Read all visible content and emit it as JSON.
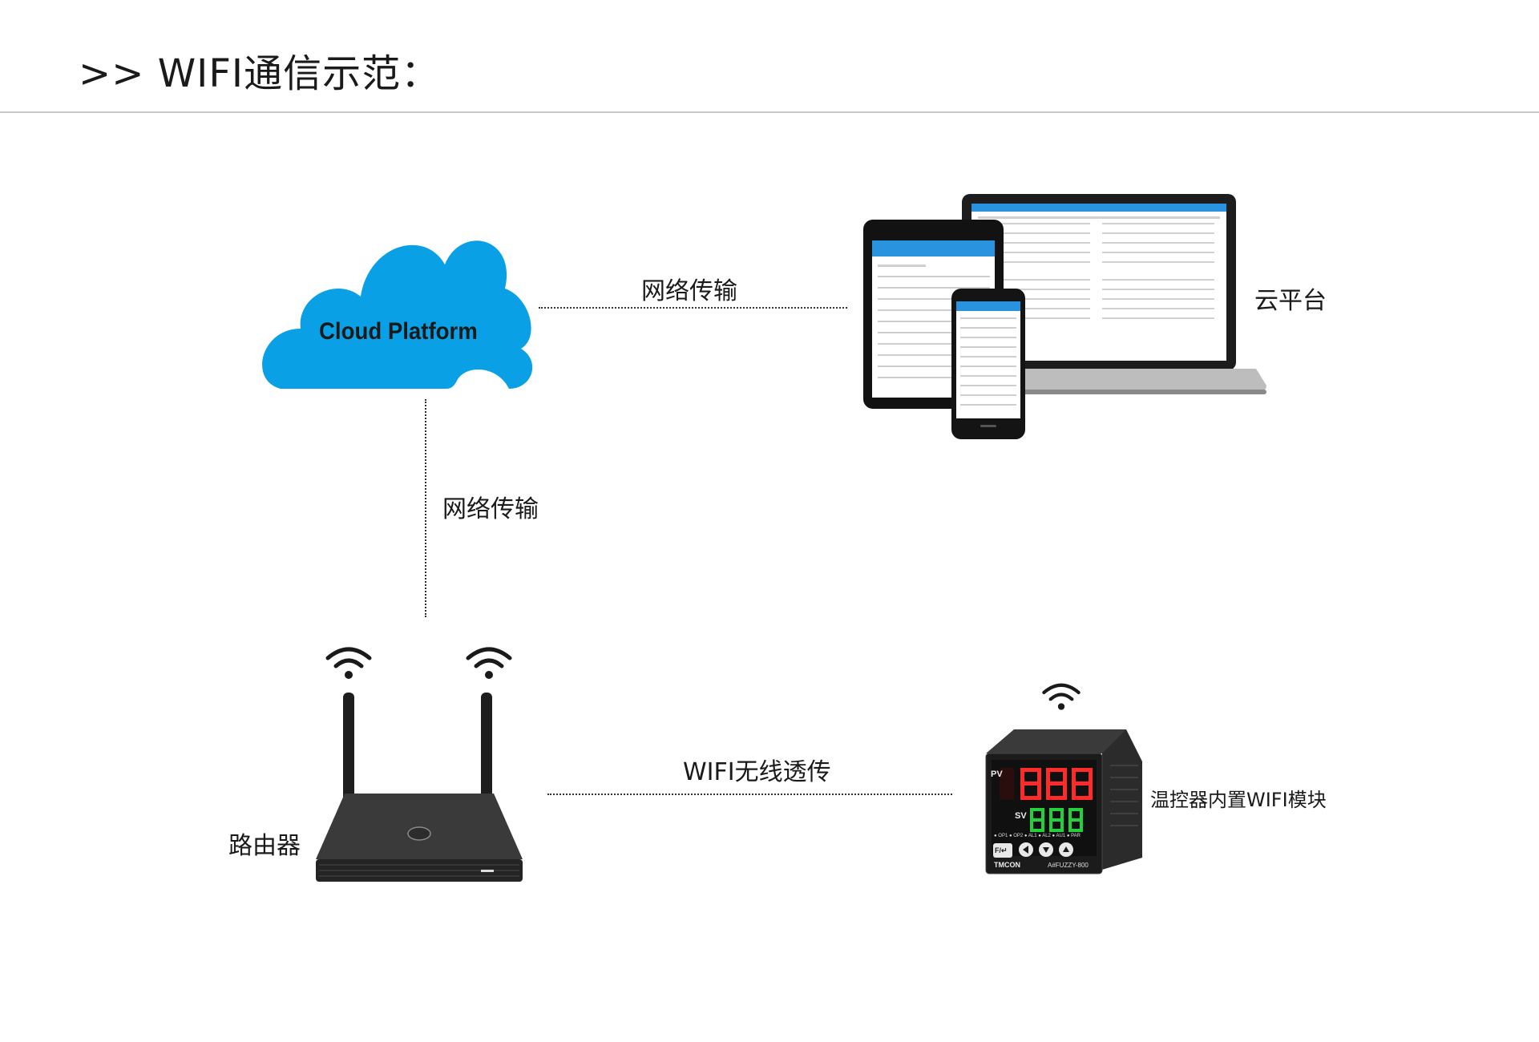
{
  "header": {
    "title": ">> WIFI通信示范："
  },
  "nodes": {
    "cloud": {
      "text": "Cloud Platform",
      "color": "#0aa0e6"
    },
    "platform": {
      "label": "云平台"
    },
    "router": {
      "label": "路由器"
    },
    "controller": {
      "label": "温控器内置WIFI模块",
      "pv_tag": "PV",
      "sv_tag": "SV",
      "indicators": "● OP1  ● OP2  ● AL1  ● AL2  ● AU1  ● PAR",
      "brand": "TMCON",
      "model": "A#FUZZY-800",
      "key": "F/↵"
    }
  },
  "links": {
    "cloud_to_platform": "网络传输",
    "cloud_to_router": "网络传输",
    "router_to_controller": "WIFI无线透传"
  },
  "colors": {
    "cloud": "#0aa0e6",
    "device_dark": "#1e1e1e",
    "led_red": "#ff2a2a",
    "led_green": "#22d13b",
    "app_blue": "#2a93e0"
  }
}
